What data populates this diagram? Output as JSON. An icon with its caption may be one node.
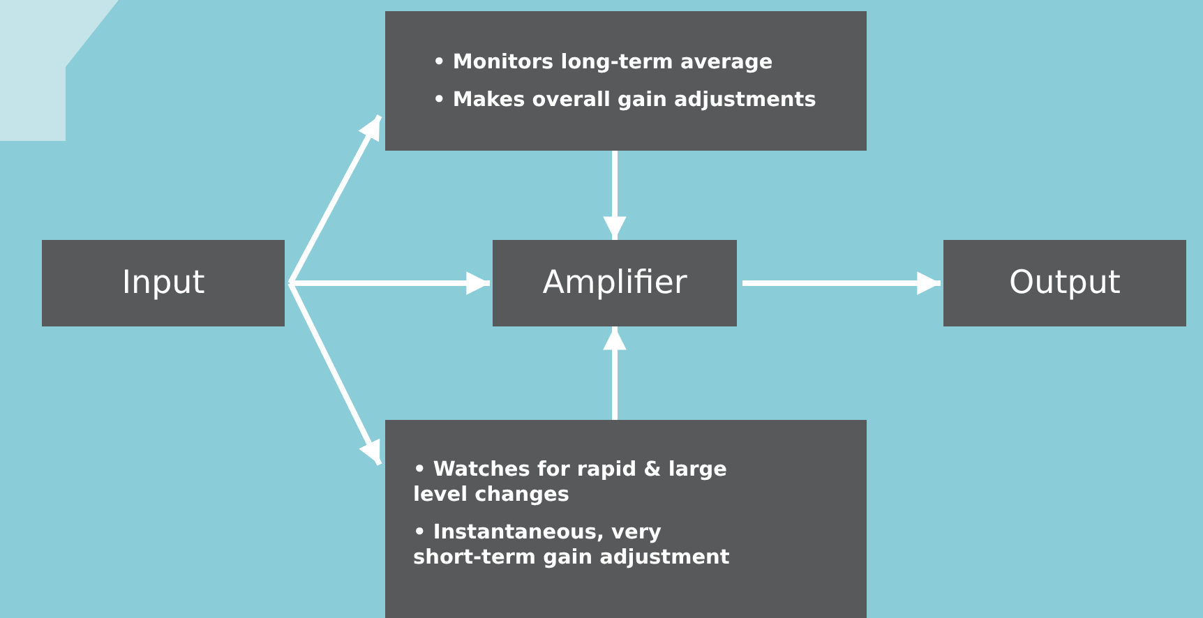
{
  "diagram": {
    "nodes": [
      {
        "text": [
          "Input"
        ]
      },
      {
        "text": [
          "• Monitors long-term average",
          "• Makes overall gain adjustments"
        ]
      },
      {
        "text": [
          "Amplifier"
        ]
      },
      {
        "text": [
          "Output"
        ]
      },
      {
        "text": [
          "• Watches for rapid & large level changes",
          "• Instantaneous, very short-term gain adjustment"
        ]
      }
    ],
    "edges": [
      {
        "from": 0,
        "to": 1,
        "arrow": "to"
      },
      {
        "from": 0,
        "to": 2,
        "arrow": "to"
      },
      {
        "from": 0,
        "to": 4,
        "arrow": "to"
      },
      {
        "from": 1,
        "to": 2,
        "arrow": "to"
      },
      {
        "from": 4,
        "to": 2,
        "arrow": "to"
      },
      {
        "from": 2,
        "to": 3,
        "arrow": "to"
      }
    ]
  }
}
